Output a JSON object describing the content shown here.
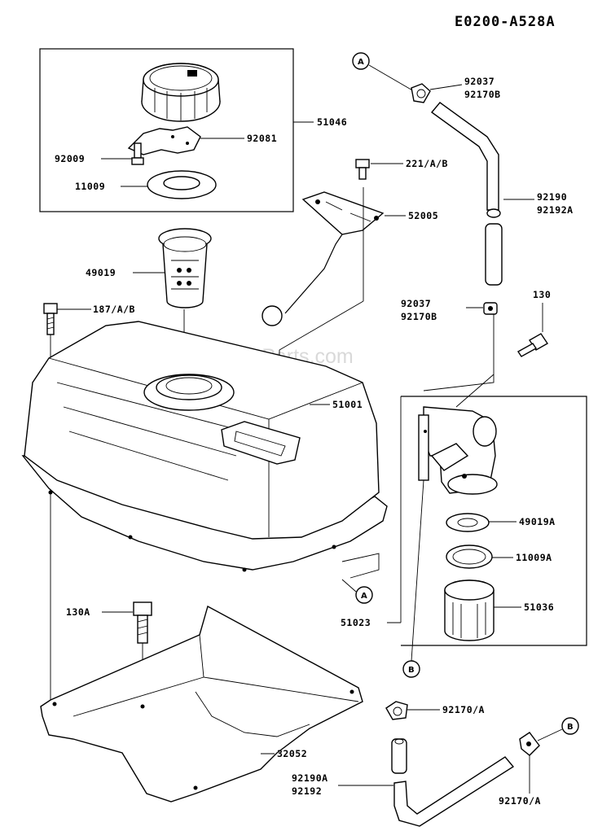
{
  "diagram_code": "E0200-A528A",
  "watermark": "eReplacementParts.com",
  "callouts": {
    "a": "A",
    "b": "B"
  },
  "labels": {
    "p51046": "51046",
    "p92081": "92081",
    "p92009": "92009",
    "p11009": "11009",
    "p92037_top": "92037",
    "p92170b_top": "92170B",
    "p221": "221/A/B",
    "p52005": "52005",
    "p92190": "92190",
    "p92192a": "92192A",
    "p49019": "49019",
    "p92037_mid": "92037",
    "p92170b_mid": "92170B",
    "p130": "130",
    "p187": "187/A/B",
    "p51001": "51001",
    "p49019a": "49019A",
    "p11009a": "11009A",
    "p130a": "130A",
    "p51036": "51036",
    "p51023": "51023",
    "p92170a_1": "92170/A",
    "p32052": "32052",
    "p92190a": "92190A",
    "p92192": "92192",
    "p92170a_2": "92170/A"
  }
}
